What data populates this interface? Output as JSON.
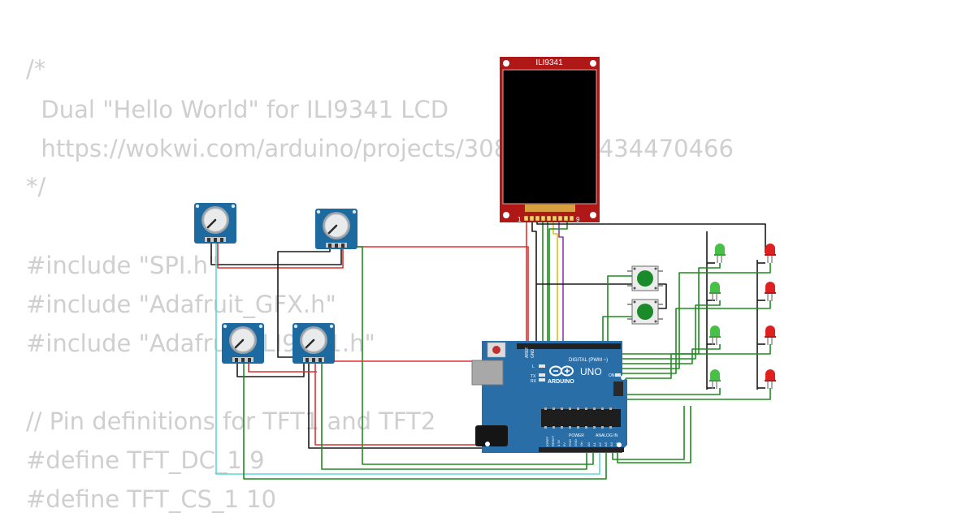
{
  "code_lines": [
    "/*",
    "  Dual \"Hello World\" for ILI9341 LCD",
    "  https://wokwi.com/arduino/projects/308024602434470466",
    "*/",
    "",
    "#include \"SPI.h\"",
    "#include \"Adafruit_GFX.h\"",
    "#include \"Adafruit_ILI9341.h\"",
    "",
    "// Pin definitions for TFT1 and TFT2",
    "#define TFT_DC_1 9",
    "#define TFT_CS_1 10"
  ],
  "tft": {
    "title": "ILI9341",
    "pin_first": "1",
    "pin_last": "9"
  },
  "arduino": {
    "logo_text": "ARDUINO",
    "model": "UNO",
    "digital_label": "DIGITAL (PWM ~)",
    "power_label": "POWER",
    "analog_label": "ANALOG IN",
    "tx_label": "TX",
    "rx_label": "RX",
    "l_label": "L",
    "on_label": "ON",
    "aref_label": "AREF",
    "gnd_label": "GND",
    "power_pins": [
      "IOREF",
      "RESET",
      "3.3V",
      "5V",
      "GND",
      "GND",
      "Vin"
    ],
    "analog_pins": [
      "A0",
      "A1",
      "A2",
      "A3",
      "A4",
      "A5"
    ]
  },
  "colors": {
    "wire_red": "#e03030",
    "wire_black": "#1a1a1a",
    "wire_green": "#1e8c1e",
    "wire_cyan": "#5ad8d8",
    "wire_yellow": "#d8c020",
    "wire_purple": "#8a3ab0",
    "board_blue": "#2a6ea8",
    "tft_red": "#b01818",
    "pot_blue": "#1c6aa0",
    "button_green": "#1a8a2a",
    "led_green": "#48c048",
    "led_red": "#e02020"
  }
}
